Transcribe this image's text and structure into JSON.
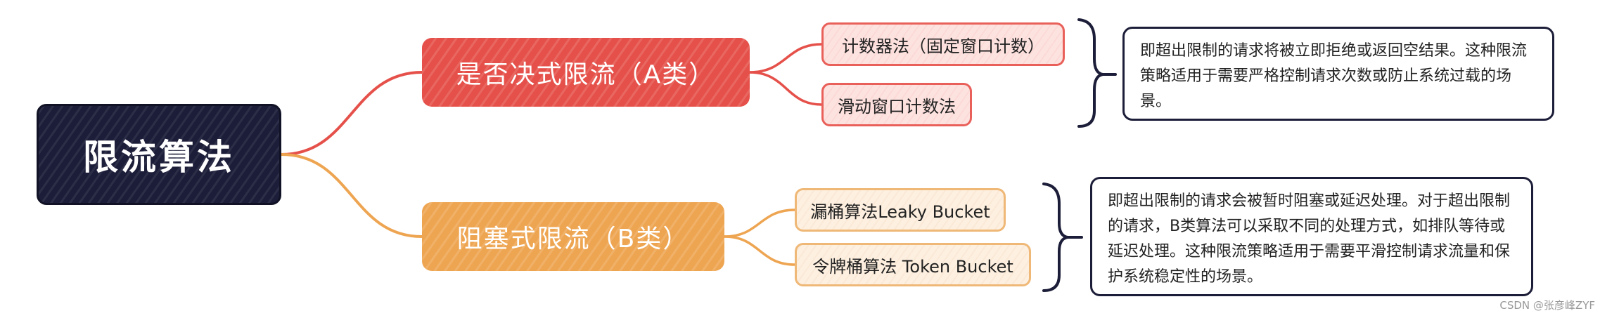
{
  "root": {
    "label": "限流算法"
  },
  "branches": [
    {
      "label": "是否决式限流（A类）",
      "color": "#e5514a",
      "children": [
        "计数器法（固定窗口计数）",
        "滑动窗口计数法"
      ],
      "description": "即超出限制的请求将被立即拒绝或返回空结果。这种限流策略适用于需要严格控制请求次数或防止系统过载的场景。"
    },
    {
      "label": "阻塞式限流（B类）",
      "color": "#eea552",
      "children": [
        "漏桶算法Leaky Bucket",
        "令牌桶算法 Token Bucket"
      ],
      "description": "即超出限制的请求会被暂时阻塞或延迟处理。对于超出限制的请求，B类算法可以采取不同的处理方式，如排队等待或延迟处理。这种限流策略适用于需要平滑控制请求流量和保护系统稳定性的场景。"
    }
  ],
  "watermark": "CSDN @张彦峰ZYF",
  "colors": {
    "root": "#1c1d38",
    "branch_a": "#e5514a",
    "branch_b": "#eea552",
    "leaf_a_fill": "#fde3e0",
    "leaf_b_fill": "#fdf0e1",
    "brace": "#1c1d38"
  }
}
